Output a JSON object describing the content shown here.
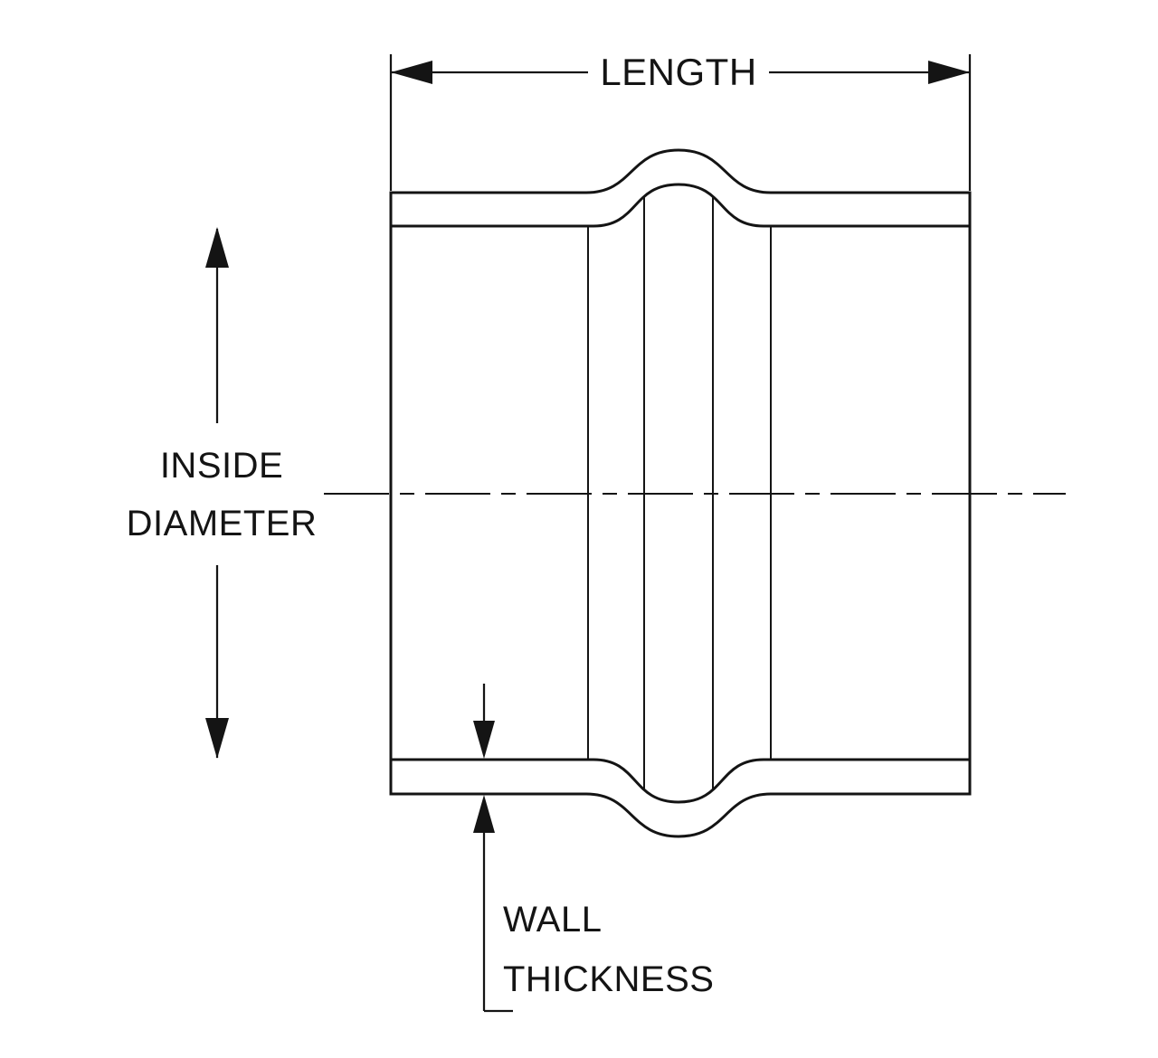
{
  "diagram": {
    "labels": {
      "length": "LENGTH",
      "inside_diameter": [
        "INSIDE",
        "DIAMETER"
      ],
      "wall_thickness": [
        "WALL",
        "THICKNESS"
      ]
    },
    "colors": {
      "ink": "#141414",
      "background": "#ffffff"
    }
  }
}
